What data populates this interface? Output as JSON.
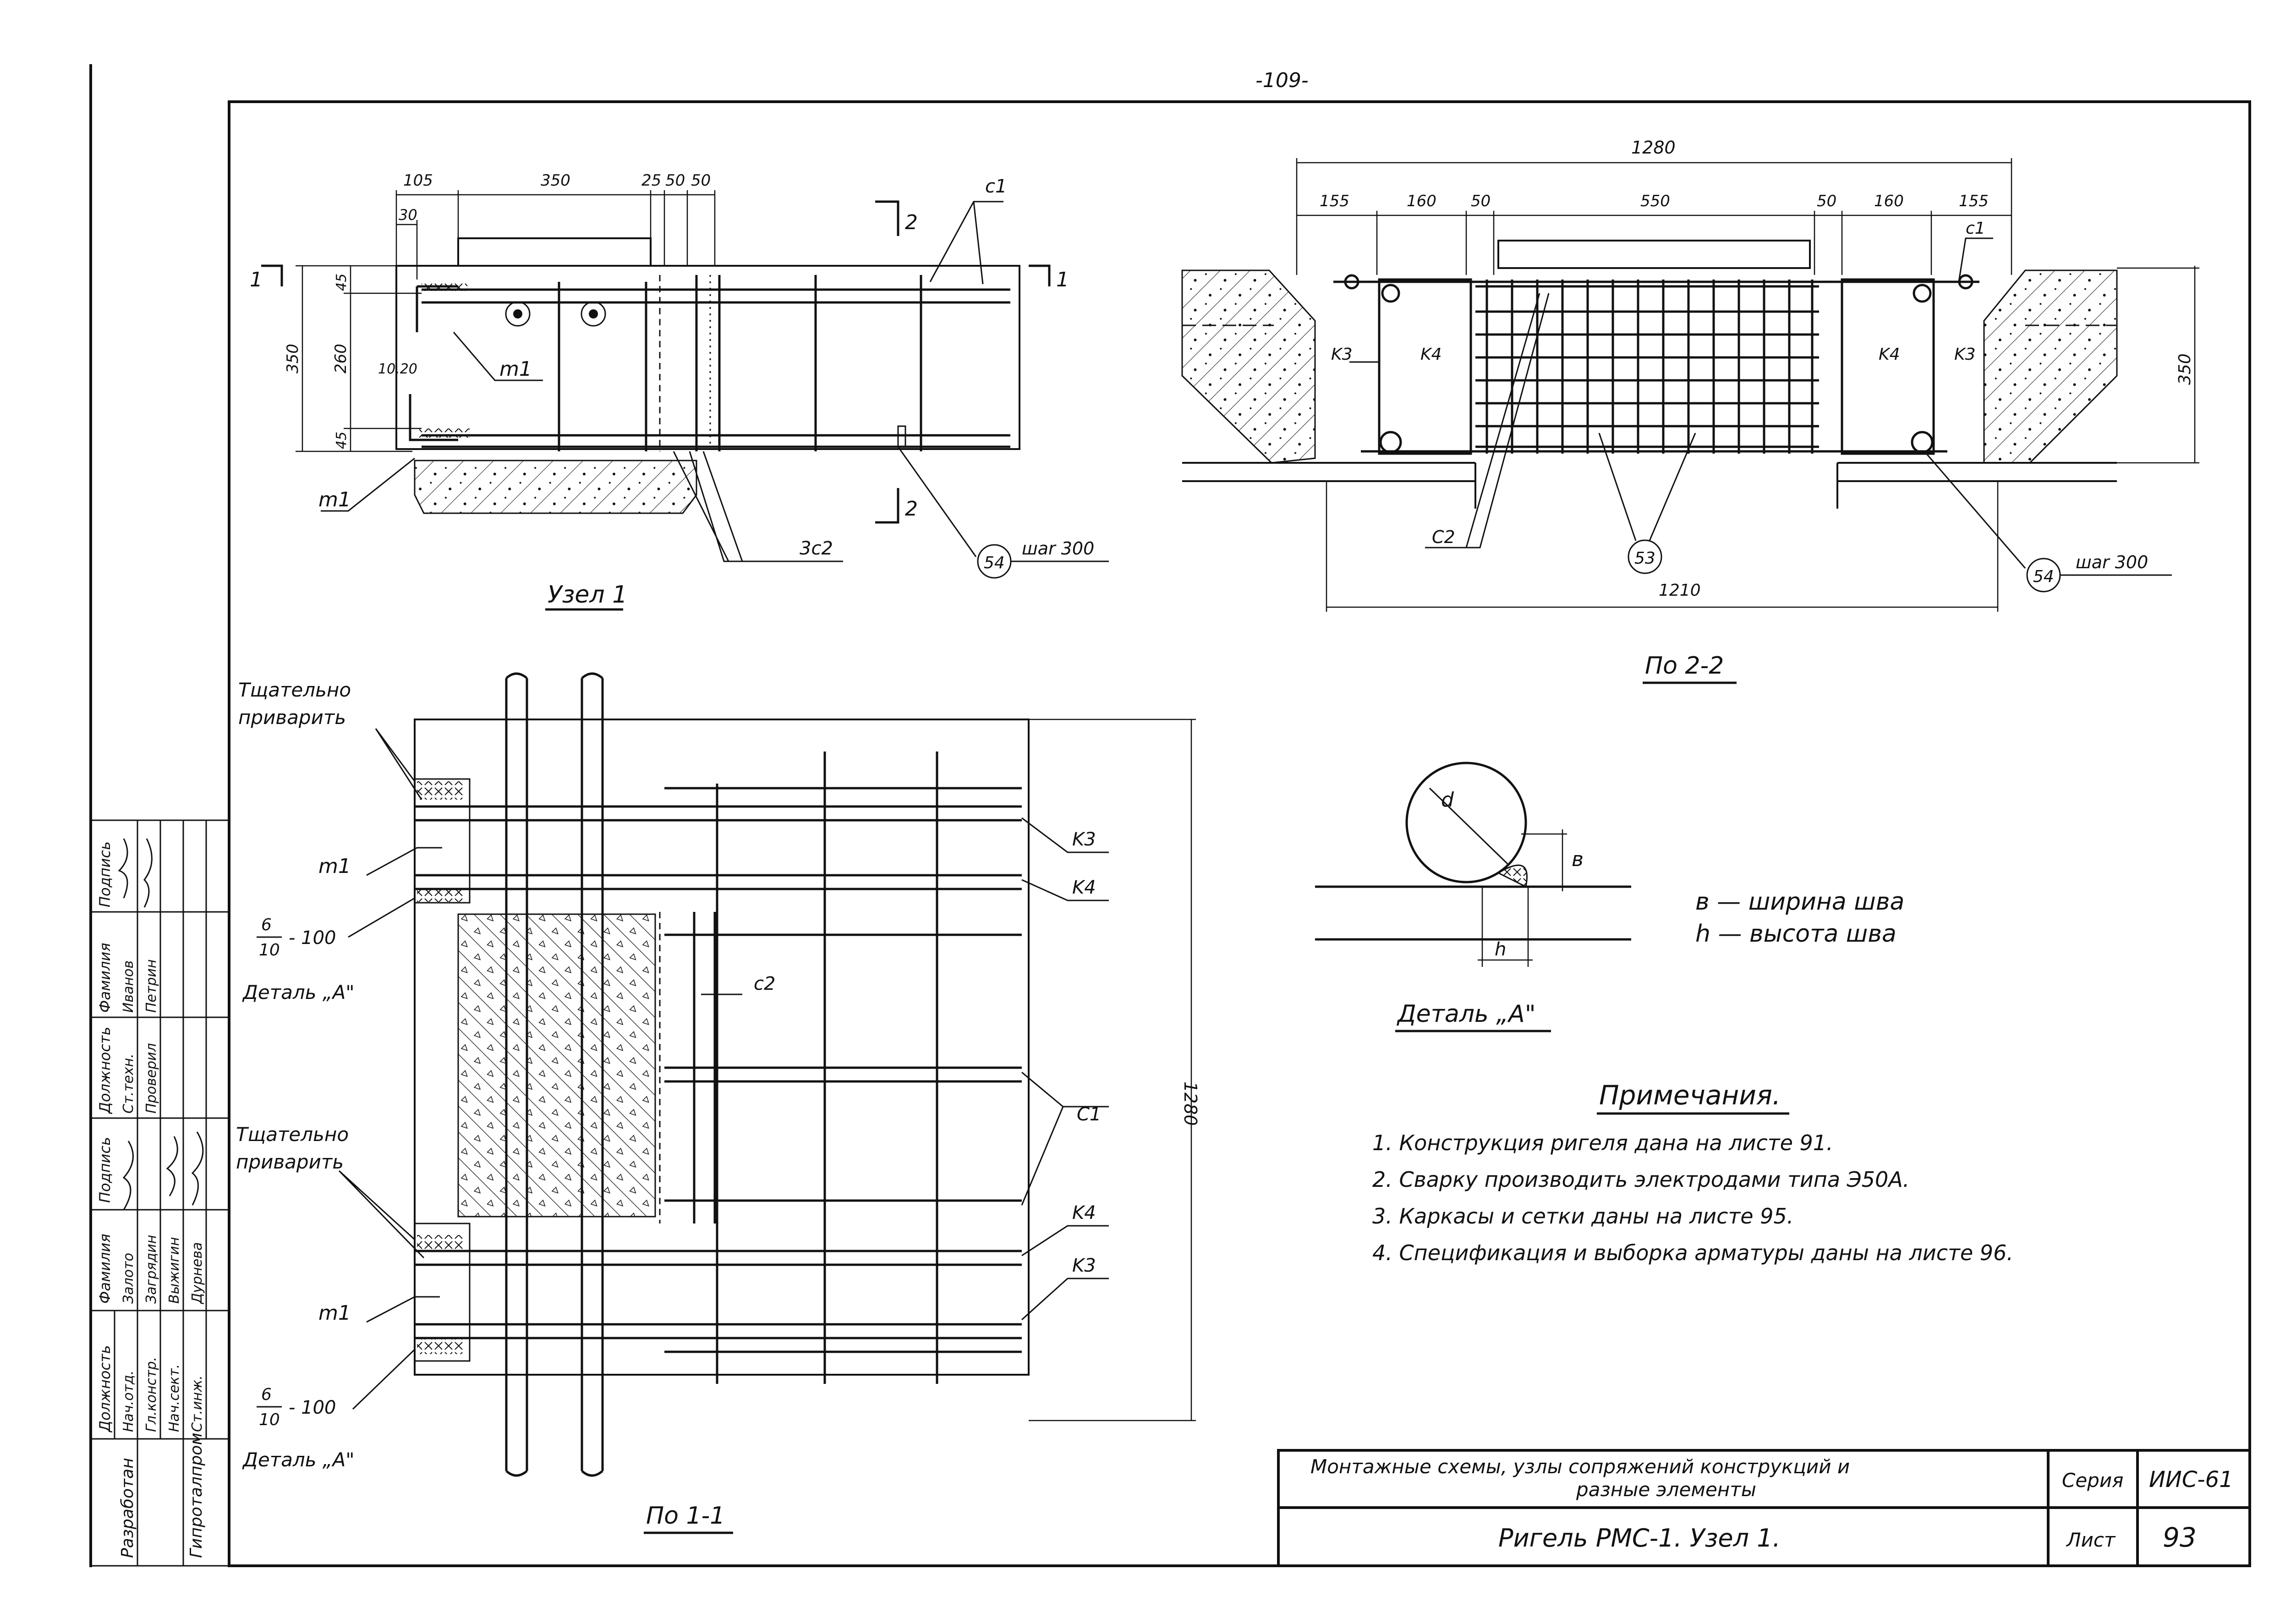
{
  "page_number": "-109-",
  "node1": {
    "title": "Узел 1",
    "dims_top": [
      "105",
      "350",
      "25",
      "50",
      "50"
    ],
    "dim_30": "30",
    "dims_left": [
      "350",
      "45",
      "260",
      "45"
    ],
    "dim_10_20": "10,20",
    "section_mark_1": "1",
    "section_mark_2": "2",
    "label_m1_a": "m1",
    "label_m1_b": "m1",
    "label_c1": "c1",
    "label_3c2": "3c2",
    "callout_54": "54",
    "step": "шar 300"
  },
  "section22": {
    "title": "По 2-2",
    "dim_total": "1280",
    "dims_top": [
      "155",
      "160",
      "50",
      "550",
      "50",
      "160",
      "155"
    ],
    "dim_bottom": "1210",
    "dim_height": "350",
    "label_c1": "c1",
    "label_k3_left": "K3",
    "label_k4_left": "K4",
    "label_k4_right": "K4",
    "label_k3_right": "K3",
    "label_c2": "C2",
    "callout_53": "53",
    "callout_54": "54",
    "step": "шar 300"
  },
  "section11": {
    "title": "По 1-1",
    "weld_note_top": [
      "Тщательно",
      "приварить"
    ],
    "weld_note_bottom": [
      "Тщательно",
      "приварить"
    ],
    "label_m1_top": "m1",
    "label_m1_bottom": "m1",
    "weld_fraction_top_num": "6",
    "weld_fraction_top_den": "10",
    "weld_fraction_top_len": "- 100",
    "weld_fraction_bot_num": "6",
    "weld_fraction_bot_den": "10",
    "weld_fraction_bot_len": "- 100",
    "detail_a_top": "Деталь „А\"",
    "detail_a_bottom": "Деталь „А\"",
    "label_c2": "c2",
    "label_k3_top": "K3",
    "label_k4_top": "K4",
    "label_c1": "C1",
    "label_k4_bottom": "K4",
    "label_k3_bottom": "K3",
    "dim_height": "1280"
  },
  "detailA": {
    "title": "Деталь „А\"",
    "label_d": "d",
    "label_b": "в",
    "label_h": "h",
    "legend": [
      "в — ширина шва",
      "h — высота шва"
    ]
  },
  "notes": {
    "title": "Примечания.",
    "items": [
      "1. Конструкция ригеля дана на листе 91.",
      "2. Сварку производить электродами типа Э50А.",
      "3. Каркасы и сетки даны на листе 95.",
      "4. Спецификация и выборка арматуры даны на листе 96."
    ]
  },
  "title_block": {
    "description_line1": "Монтажные схемы, узлы сопряжений конструкций и",
    "description_line2": "разные элементы",
    "drawing_name": "Ригель РМС-1. Узел 1.",
    "series_label": "Серия",
    "series_value": "ИИС-61",
    "sheet_label": "Лист",
    "sheet_value": "93"
  },
  "side_stamp": {
    "col_developer": "Разработан",
    "col_org": "Гипроталпром",
    "header_position": "Должность",
    "header_surname": "Фамилия",
    "header_signature": "Подпись",
    "rows_block1": [
      {
        "position": "Нач.отд.",
        "surname": "Залото"
      },
      {
        "position": "Гл.констр.",
        "surname": "Загрядин"
      }
    ],
    "rows_block2": [
      {
        "position": "Нач.сект.",
        "surname": "Выжигин"
      },
      {
        "position": "Ст.инж.",
        "surname": "Дурнева"
      }
    ],
    "header2_position": "Должность",
    "header2_surname": "Фамилия",
    "header2_signature": "Подпись",
    "rows_block3": [
      {
        "position": "Ст.техн.",
        "surname": "Иванов"
      },
      {
        "position": "Проверил",
        "surname": "Петрин"
      }
    ]
  }
}
